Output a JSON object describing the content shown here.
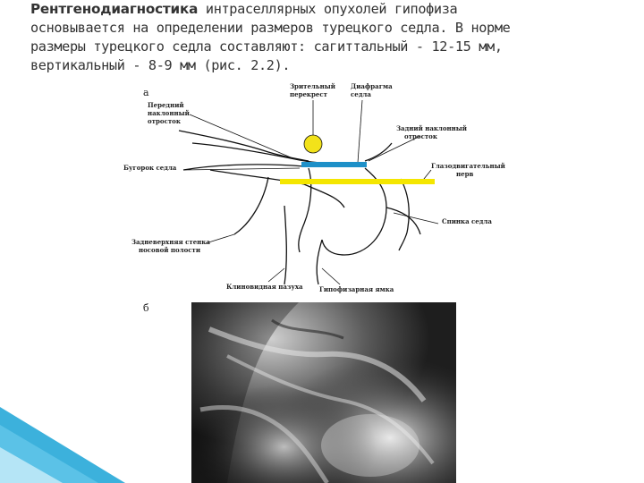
{
  "intro": {
    "lead": "Рентгенодиагностика",
    "line1_rest": " интраселлярных опухолей гипофиза",
    "line2": "основывается на определении размеров турецкого седла. В норме",
    "line3": "размеры турецкого седла составляют: сагиттальный - 12-15 мм,",
    "line4": "вертикальный - 8-9 мм (рис. 2.2)."
  },
  "figure": {
    "panel_a": "а",
    "panel_b": "б",
    "labels": {
      "optic_chiasm": [
        "Зрительный",
        "перекрест"
      ],
      "diaphragm": [
        "Диафрагма",
        "седла"
      ],
      "anterior_clinoid": [
        "Передний",
        "наклонный",
        "отросток"
      ],
      "posterior_clinoid": [
        "Задний наклонный",
        "отросток"
      ],
      "tuberculum": "Бугорок седла",
      "optic_nerve": [
        "Глазодвигательный",
        "нерв"
      ],
      "dorsum": "Спинка седла",
      "nasal_wall": [
        "Задневерхняя стенка",
        "носовой полости"
      ],
      "sphenoid_sinus": "Клиновидная пазуха",
      "pituitary_fossa": "Гипофизарная ямка"
    },
    "colors": {
      "chiasm_circle": "#f2e21a",
      "blue_bar": "#1e90c8",
      "yellow_bar": "#f4e600",
      "xray_dark": "#1a1a1a",
      "xray_light": "#d8d8d8"
    }
  },
  "decor": {
    "accent": "#1aa3d6"
  }
}
